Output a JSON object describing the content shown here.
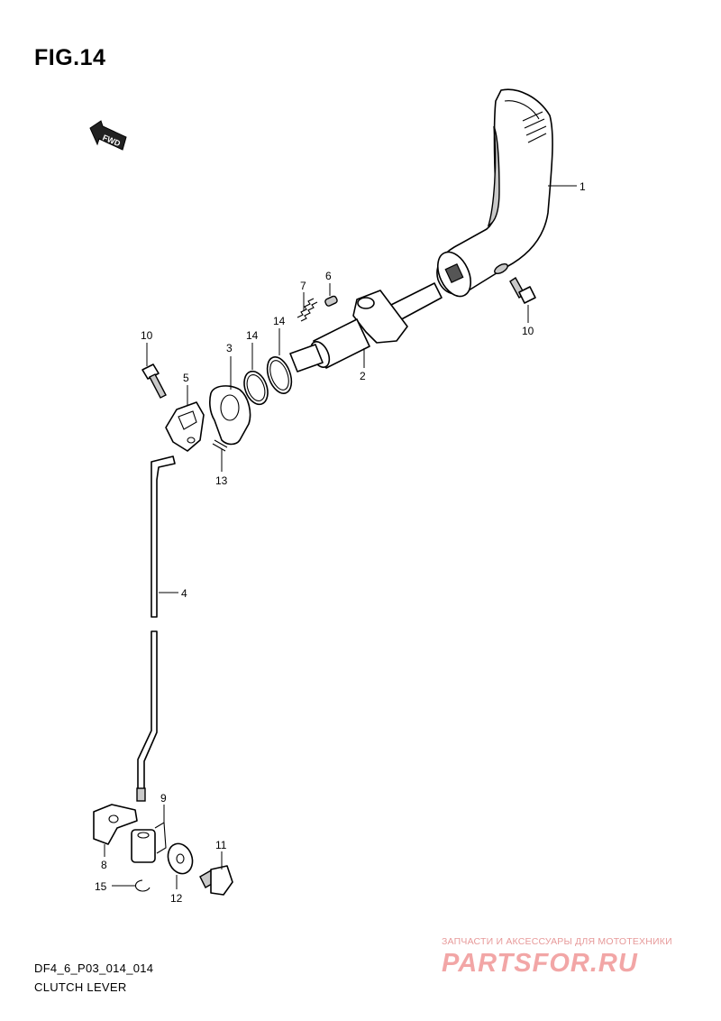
{
  "figure": {
    "title": "FIG.14",
    "diagram_code": "DF4_6_P03_014_014",
    "diagram_name": "CLUTCH LEVER"
  },
  "fwd_badge": "FWD",
  "callouts": [
    "1",
    "2",
    "3",
    "4",
    "5",
    "6",
    "7",
    "8",
    "9",
    "10",
    "10",
    "11",
    "12",
    "13",
    "14",
    "14",
    "15"
  ],
  "watermark": {
    "tagline": "ЗАПЧАСТИ И АКСЕССУАРЫ ДЛЯ МОТОТЕХНИКИ",
    "logo": "PARTSFOR.RU"
  },
  "colors": {
    "line": "#000000",
    "background": "#ffffff",
    "watermark": "#f2a6a6"
  }
}
